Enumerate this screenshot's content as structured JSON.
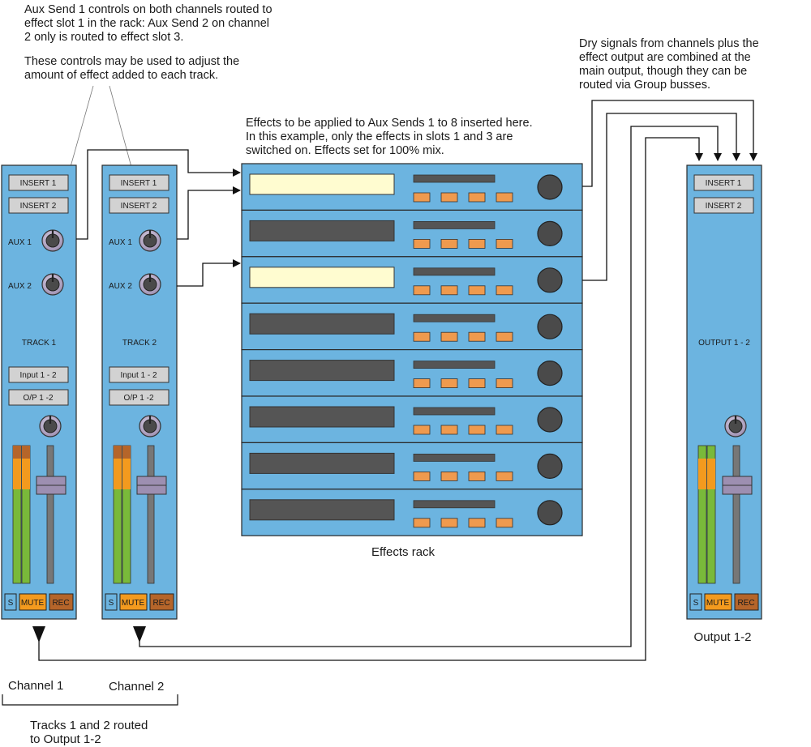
{
  "annotations": {
    "aux_note_line1": "Aux Send 1 controls on both channels routed to",
    "aux_note_line2": "effect slot 1 in the rack: Aux Send 2 on channel",
    "aux_note_line3": "2 only is routed to effect slot 3.",
    "aux_note_line4": "These controls may be used to adjust the",
    "aux_note_line5": "amount of effect added to each track.",
    "dry_note_line1": "Dry signals from channels plus the",
    "dry_note_line2": "effect output are combined at the",
    "dry_note_line3": "main output, though they can be",
    "dry_note_line4": "routed via Group busses.",
    "fx_note_line1": "Effects to be applied to Aux Sends 1 to 8 inserted here.",
    "fx_note_line2": "In this example, only the effects in slots 1 and 3 are",
    "fx_note_line3": "switched on. Effects set for 100% mix."
  },
  "channel1": {
    "insert1": "INSERT 1",
    "insert2": "INSERT 2",
    "aux1": "AUX 1",
    "aux2": "AUX 2",
    "track": "TRACK 1",
    "input": "Input 1 - 2",
    "output": "O/P  1 -2",
    "solo": "S",
    "mute": "MUTE",
    "rec": "REC"
  },
  "channel2": {
    "insert1": "INSERT 1",
    "insert2": "INSERT 2",
    "aux1": "AUX 1",
    "aux2": "AUX 2",
    "track": "TRACK 2",
    "input": "Input 1 - 2",
    "output": "O/P  1 -2",
    "solo": "S",
    "mute": "MUTE",
    "rec": "REC"
  },
  "output_strip": {
    "insert1": "INSERT 1",
    "insert2": "INSERT 2",
    "track": "OUTPUT 1 - 2",
    "solo": "S",
    "mute": "MUTE",
    "rec": "REC"
  },
  "captions": {
    "effects_rack": "Effects rack",
    "output": "Output 1-2",
    "channel1": "Channel 1",
    "channel2": "Channel 2",
    "tracks_line1": "Tracks 1 and 2 routed",
    "tracks_line2": "to Output 1-2"
  },
  "effects_slots": [
    {
      "active": true
    },
    {
      "active": false
    },
    {
      "active": true
    },
    {
      "active": false
    },
    {
      "active": false
    },
    {
      "active": false
    },
    {
      "active": false
    },
    {
      "active": false
    }
  ],
  "colors": {
    "strip": "#6cb4e0",
    "display_on": "#fffcd0",
    "display_off": "#555555",
    "button_orange": "#ef9a4e",
    "mute_orange": "#f39a1e",
    "rec_brown": "#b5652a",
    "meter_green": "#79b93a",
    "meter_orange": "#f39a1e",
    "knob": "#4a4a4a"
  }
}
